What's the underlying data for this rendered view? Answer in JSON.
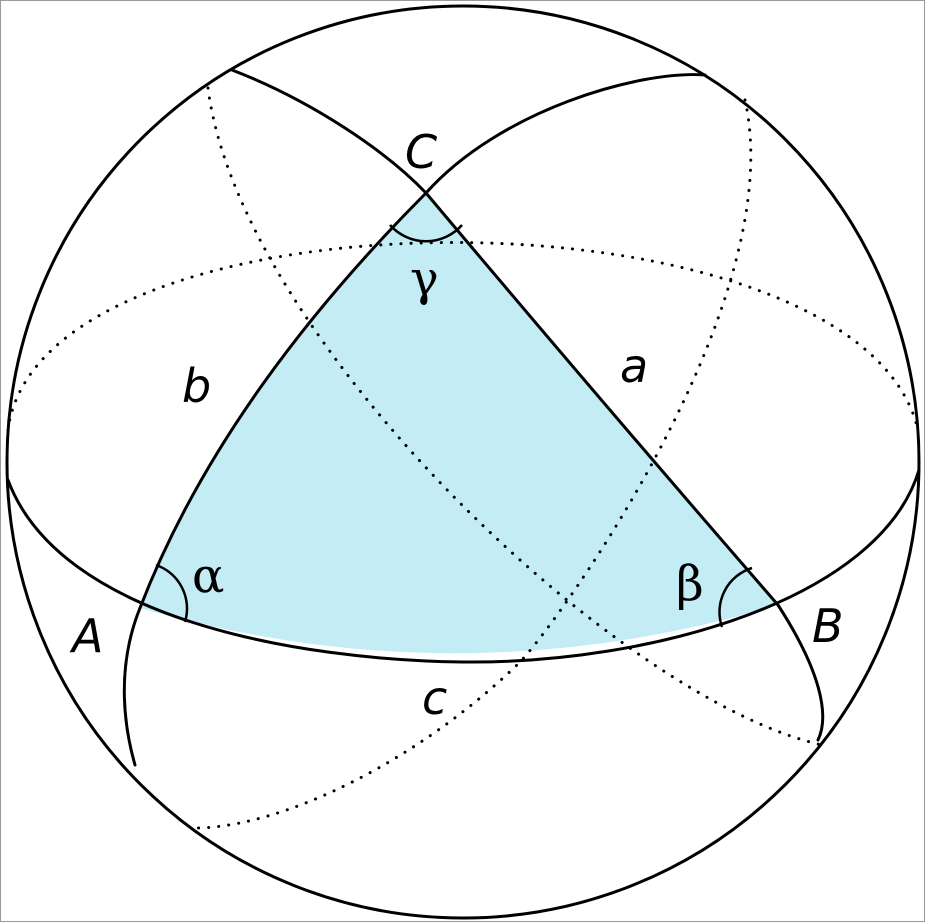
{
  "colors": {
    "triangle_fill": "#c4ecf5",
    "stroke": "#000000",
    "background": "#ffffff"
  },
  "vertices": {
    "A": "A",
    "B": "B",
    "C": "C"
  },
  "sides": {
    "a": "a",
    "b": "b",
    "c": "c"
  },
  "angles": {
    "alpha": "α",
    "beta": "β",
    "gamma": "γ"
  }
}
